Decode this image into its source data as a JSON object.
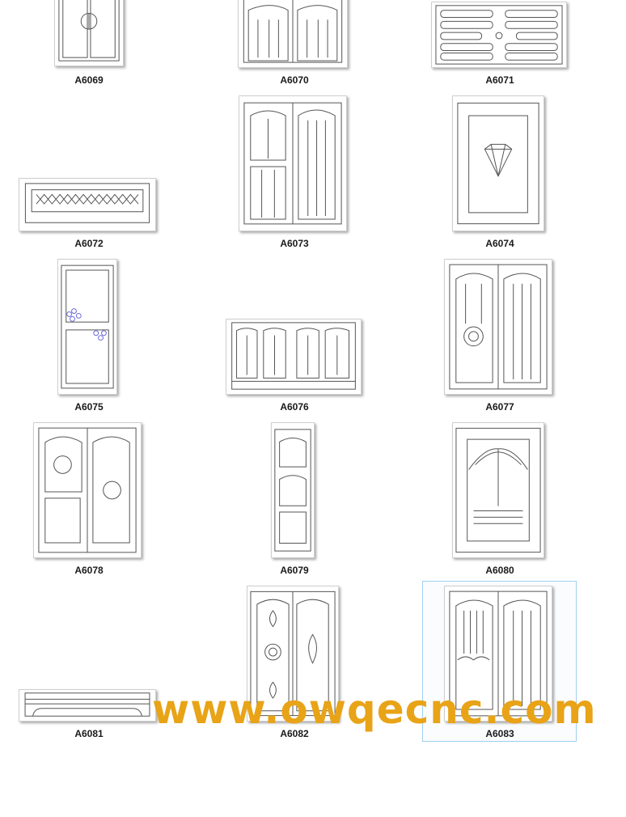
{
  "items": [
    {
      "code": "A6069"
    },
    {
      "code": "A6070"
    },
    {
      "code": "A6071"
    },
    {
      "code": "A6072"
    },
    {
      "code": "A6073"
    },
    {
      "code": "A6074"
    },
    {
      "code": "A6075"
    },
    {
      "code": "A6076"
    },
    {
      "code": "A6077"
    },
    {
      "code": "A6078"
    },
    {
      "code": "A6079"
    },
    {
      "code": "A6080"
    },
    {
      "code": "A6081"
    },
    {
      "code": "A6082"
    },
    {
      "code": "A6083"
    }
  ],
  "selected_item": "A6083",
  "watermark": "www.owqecnc.com",
  "colors": {
    "watermark": "#e8a317",
    "selection": "#9fd0ef",
    "line": "#555555"
  }
}
